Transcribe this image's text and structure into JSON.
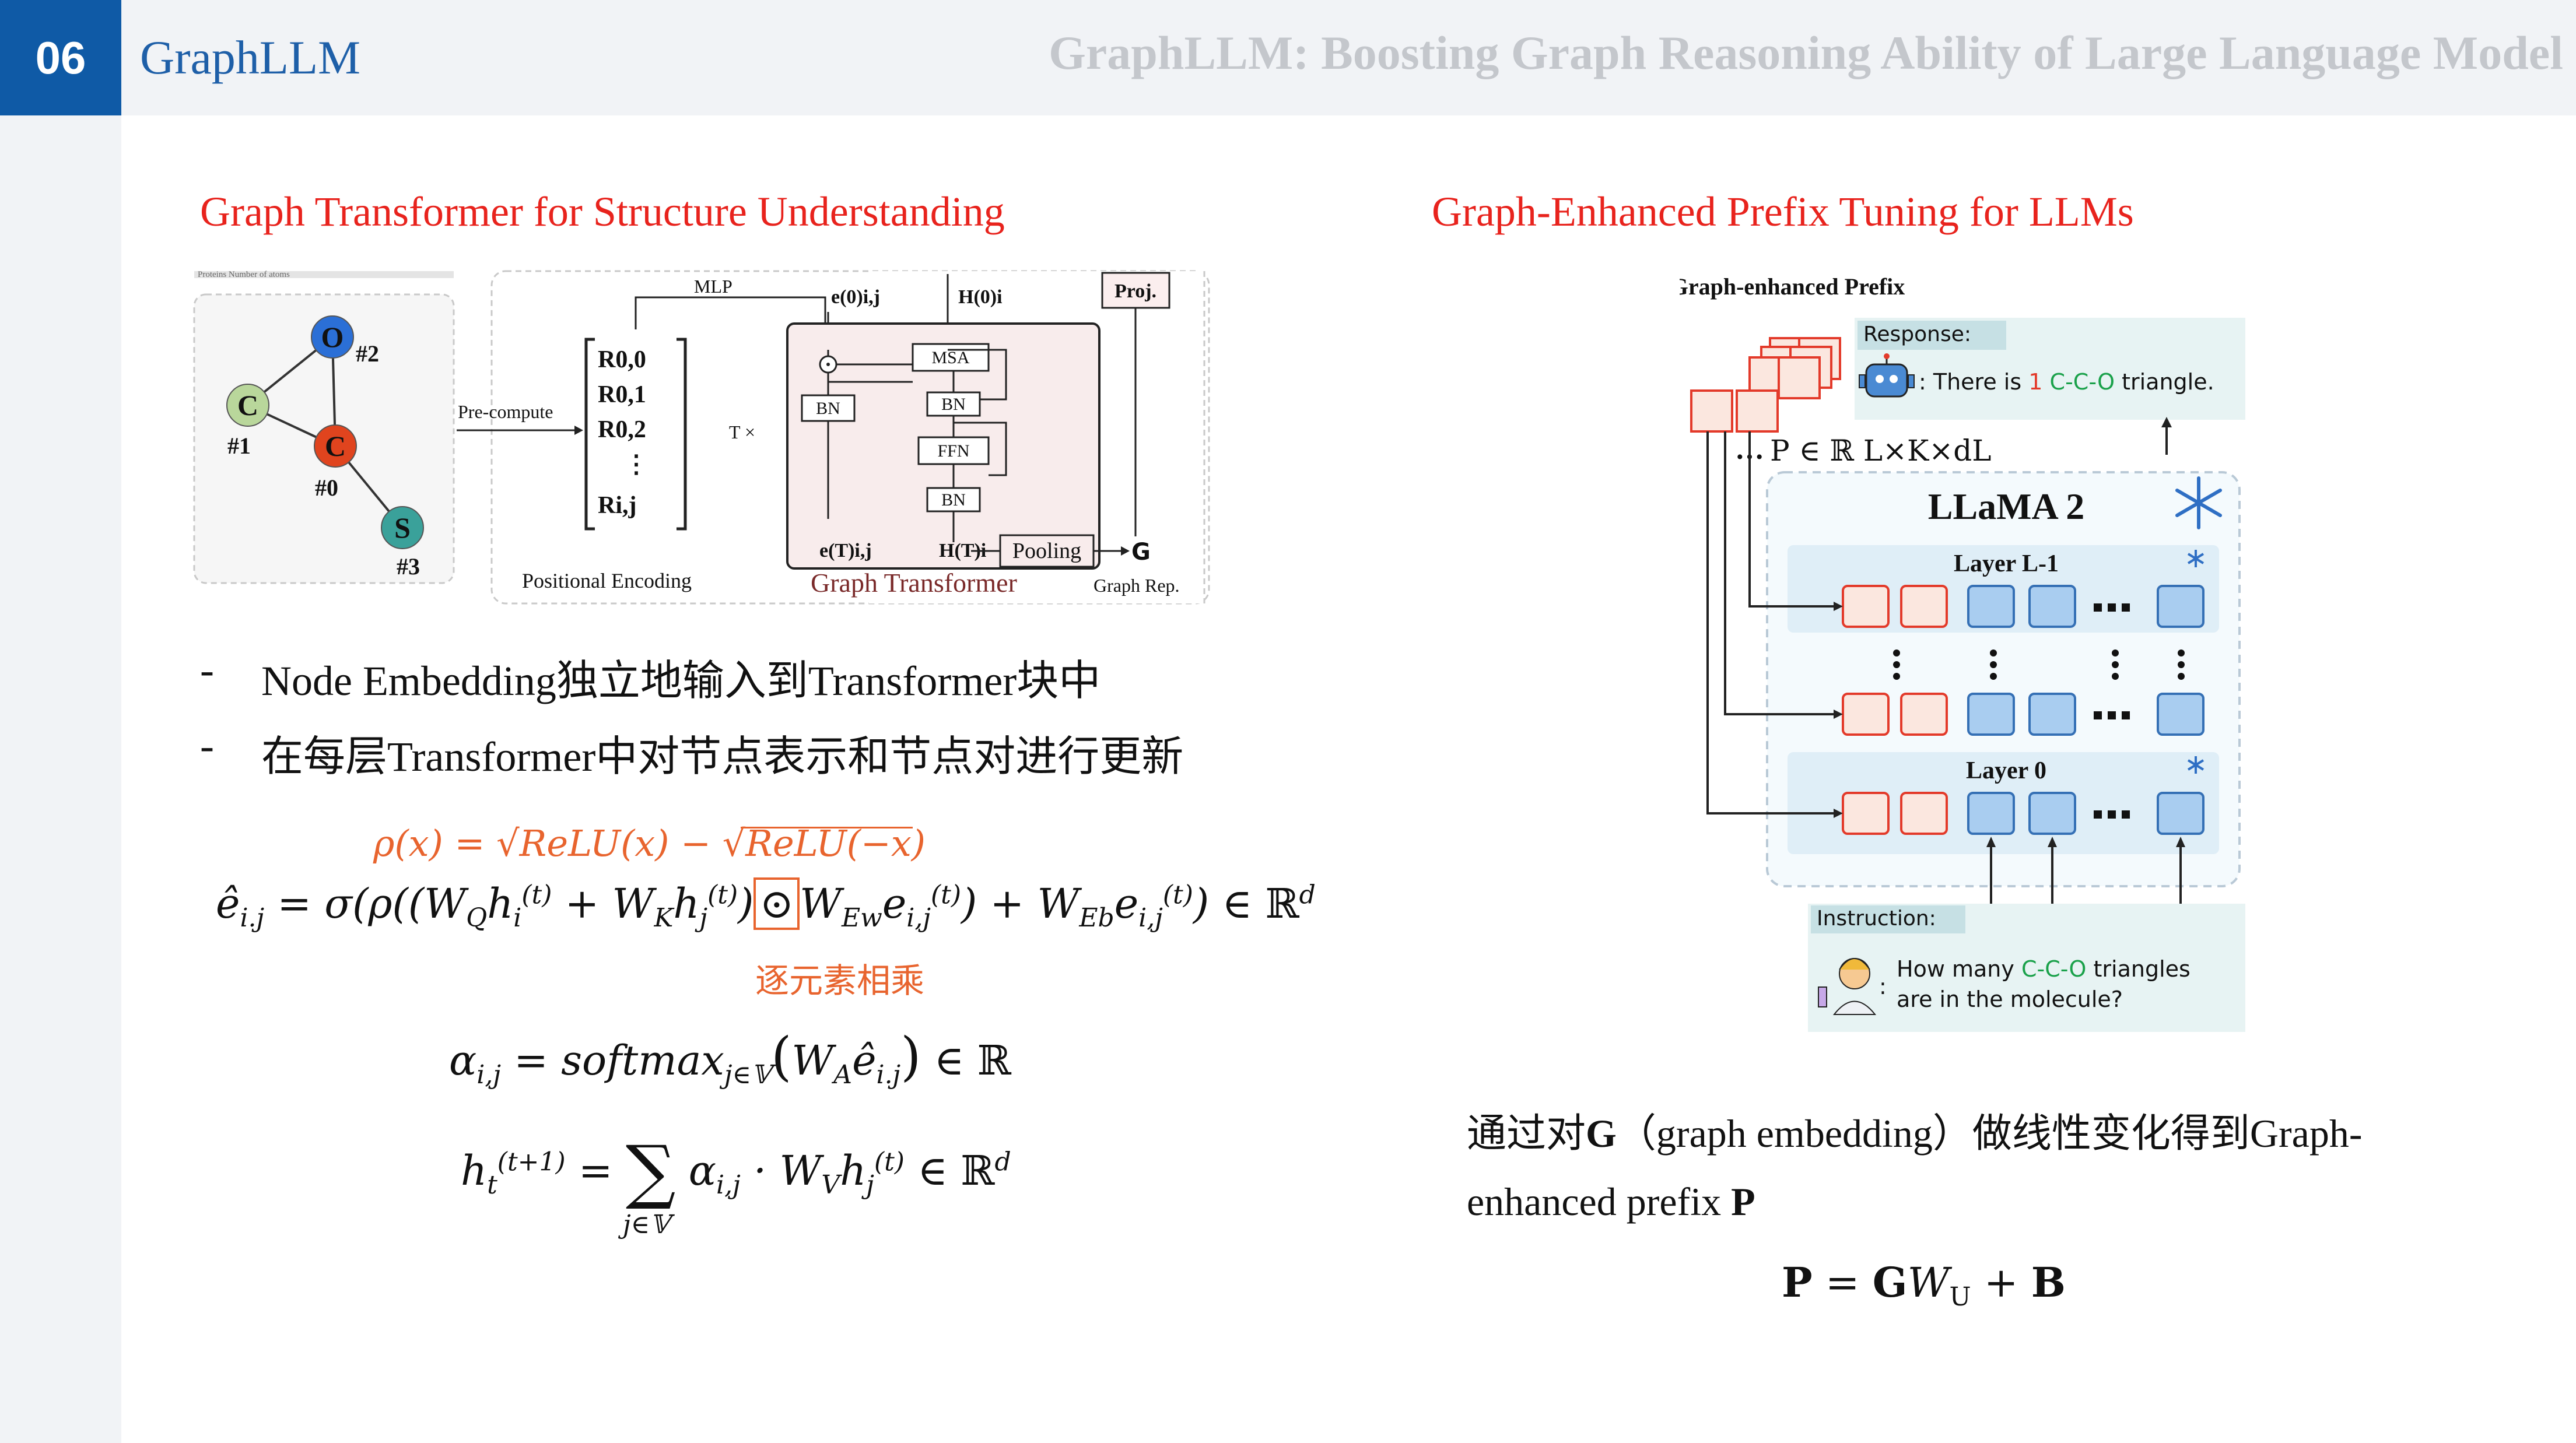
{
  "header": {
    "page_number": "06",
    "brand": "GraphLLM",
    "deck_title": "GraphLLM: Boosting Graph Reasoning Ability of Large Language Model"
  },
  "left": {
    "section_title": "Graph Transformer for Structure Understanding",
    "bullets": [
      {
        "dash": "-",
        "text": "Node Embedding独立地输入到Transformer块中"
      },
      {
        "dash": "-",
        "text": "在每层Transformer中对节点表示和节点对进行更新"
      }
    ],
    "rho_formula": "ρ(x) = √ReLU(x) − √ReLU(−x)",
    "hadamard_note": "逐元素相乘",
    "figure": {
      "header_text": "Proteins Number of atoms",
      "nodes": [
        {
          "label": "O",
          "tag": "#2",
          "color": "#2b6fd6"
        },
        {
          "label": "C",
          "tag": "#1",
          "color": "#b9d79b"
        },
        {
          "label": "C",
          "tag": "#0",
          "color": "#e0441e"
        },
        {
          "label": "S",
          "tag": "#3",
          "color": "#3aa19a"
        }
      ],
      "precompute": "Pre-compute",
      "mlp": "MLP",
      "matrix_rows": [
        "R0,0",
        "R0,1",
        "R0,2",
        "⋮",
        "Ri,j"
      ],
      "positional_encoding": "Positional Encoding",
      "repeat": "T ×",
      "blocks": {
        "msa": "MSA",
        "bn": "BN",
        "ffn": "FFN"
      },
      "proj": "Proj.",
      "pooling": "Pooling",
      "g": "G",
      "graph_rep": "Graph Rep.",
      "caption": "Graph Transformer",
      "e_in": "e(0)i,j",
      "h_in": "H(0)i",
      "e_out": "e(T)i,j",
      "h_out": "H(T)i"
    }
  },
  "right": {
    "section_title": "Graph-Enhanced Prefix Tuning for LLMs",
    "figure": {
      "prefix_label": "Graph-enhanced Prefix",
      "prefix_math": "P ∈ ℝ L×K×dL",
      "response_tag": "Response:",
      "response_prefix": ": There is",
      "response_count": "1",
      "response_motif": "C-C-O",
      "response_suffix": "triangle.",
      "model": "LLaMA 2",
      "layer_top": "Layer   L-1",
      "layer_bottom": "Layer 0",
      "instruction_tag": "Instruction:",
      "instr_q1": "How many",
      "instr_motif": "C-C-O",
      "instr_q2": "triangles",
      "instr_q3": "are in the molecule?",
      "ellipsis": "···",
      "colors": {
        "prefix_box": "#fbe7df",
        "prefix_border": "#e33a2a",
        "token_box": "#a9cdf0",
        "token_border": "#3570b5",
        "panel": "#dfeef7"
      }
    },
    "desc_line1_pre": "通过对",
    "desc_bold": "G",
    "desc_line1_post": "（graph embedding）做线性变化得到Graph-",
    "desc_line2_pre": "enhanced prefix ",
    "desc_line2_bold": "P",
    "formula": "P = GWU + B"
  }
}
